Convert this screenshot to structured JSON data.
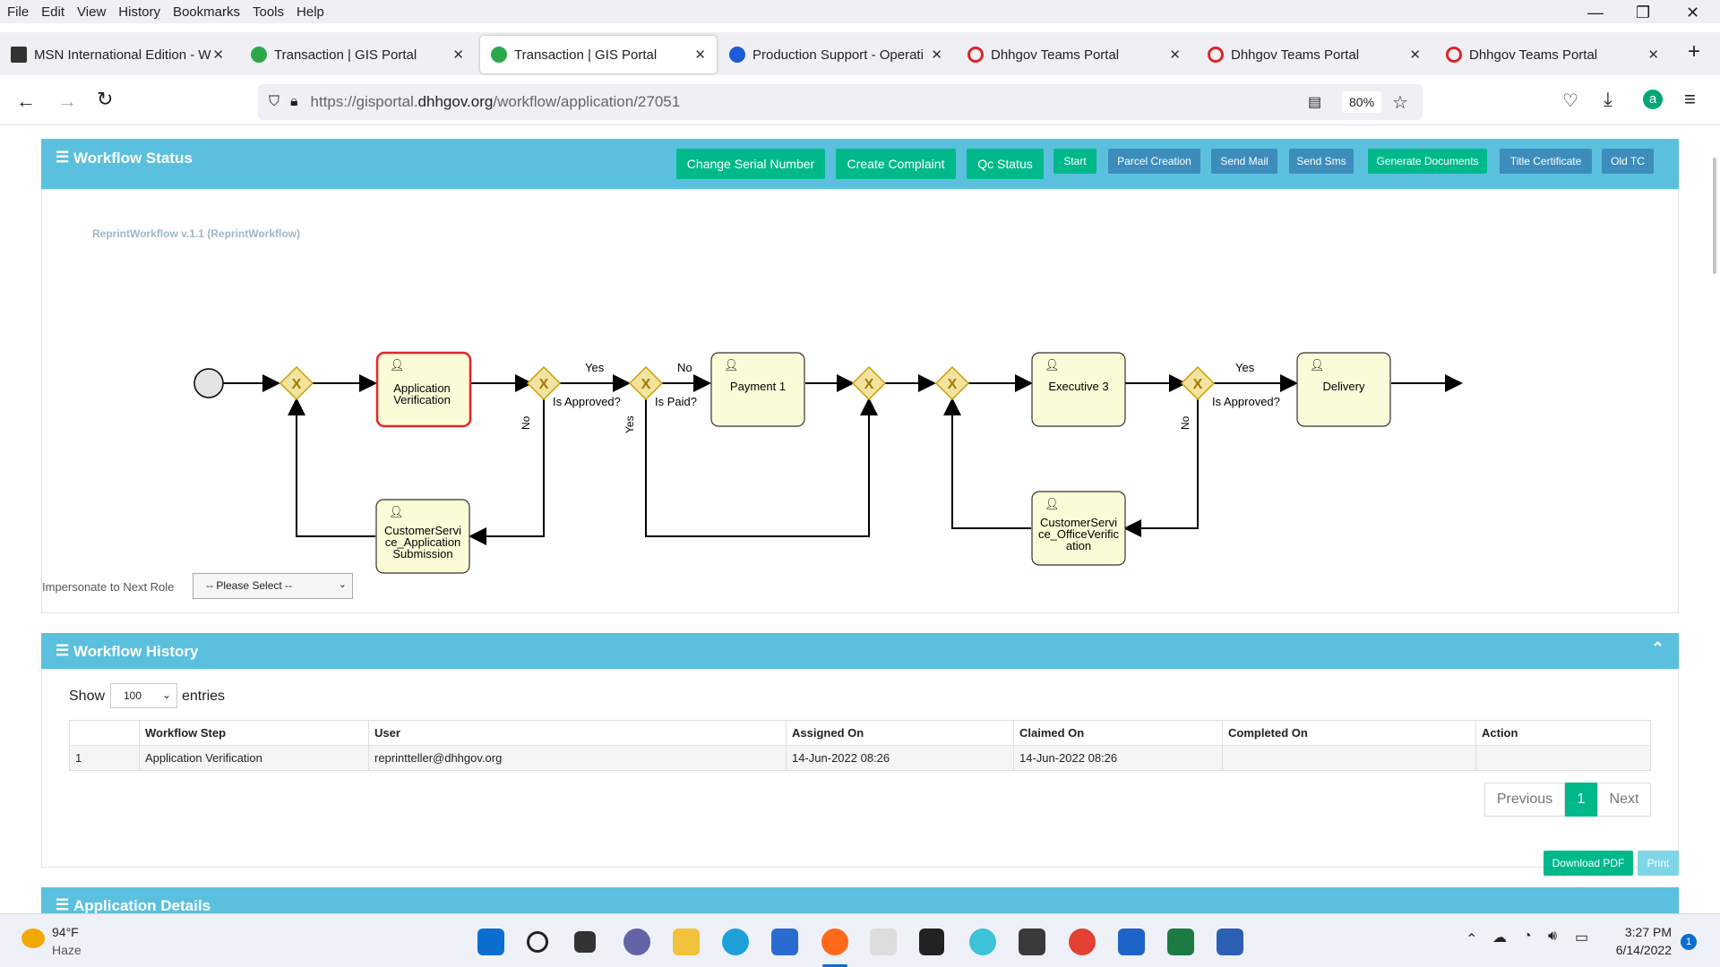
{
  "menu": [
    "File",
    "Edit",
    "View",
    "History",
    "Bookmarks",
    "Tools",
    "Help"
  ],
  "tabs": [
    {
      "title": "MSN International Edition - W"
    },
    {
      "title": "Transaction | GIS Portal"
    },
    {
      "title": "Transaction | GIS Portal"
    },
    {
      "title": "Production Support - Operati"
    },
    {
      "title": "Dhhgov Teams Portal"
    },
    {
      "title": "Dhhgov Teams Portal"
    },
    {
      "title": "Dhhgov Teams Portal"
    }
  ],
  "url": {
    "prefix": "https://gisportal.",
    "domain": "dhhgov.org",
    "path": "/workflow/application/27051",
    "zoom": "80%"
  },
  "workflow_status": {
    "title": "Workflow Status",
    "buttons": [
      "Change Serial Number",
      "Create Complaint",
      "Qc Status",
      "Start",
      "Parcel Creation",
      "Send Mail",
      "Send Sms",
      "Generate Documents",
      "Title Certificate",
      "Old TC"
    ],
    "diagram_label": "ReprintWorkflow v.1.1 (ReprintWorkflow)",
    "tasks": {
      "app_verif_1": "Application",
      "app_verif_2": "Verification",
      "payment": "Payment 1",
      "exec": "Executive 3",
      "delivery": "Delivery",
      "cs_sub_1": "CustomerServi",
      "cs_sub_2": "ce_Application",
      "cs_sub_3": "Submission",
      "cs_off_1": "CustomerServi",
      "cs_off_2": "ce_OfficeVerific",
      "cs_off_3": "ation"
    },
    "labels": {
      "yes1": "Yes",
      "no1": "No",
      "approved1": "Is Approved?",
      "no_v1": "No",
      "yes_v": "Yes",
      "paid": "Is Paid?",
      "yes2": "Yes",
      "approved2": "Is Approved?",
      "no_v2": "No"
    },
    "impersonate_label": "Impersonate to Next Role",
    "impersonate_value": "-- Please Select --"
  },
  "history": {
    "title": "Workflow History",
    "show": "Show",
    "entries": "entries",
    "page_size": "100",
    "columns": [
      "",
      "Workflow Step",
      "User",
      "Assigned On",
      "Claimed On",
      "Completed On",
      "Action"
    ],
    "rows": [
      [
        "1",
        "Application Verification",
        "reprintteller@dhhgov.org",
        "14-Jun-2022 08:26",
        "14-Jun-2022 08:26",
        "",
        ""
      ]
    ],
    "prev": "Previous",
    "page": "1",
    "next": "Next",
    "download": "Download PDF",
    "print": "Print"
  },
  "app_details": {
    "title": "Application Details"
  },
  "taskbar": {
    "temp": "94°F",
    "weather": "Haze",
    "time": "3:27 PM",
    "date": "6/14/2022",
    "badge": "1"
  }
}
